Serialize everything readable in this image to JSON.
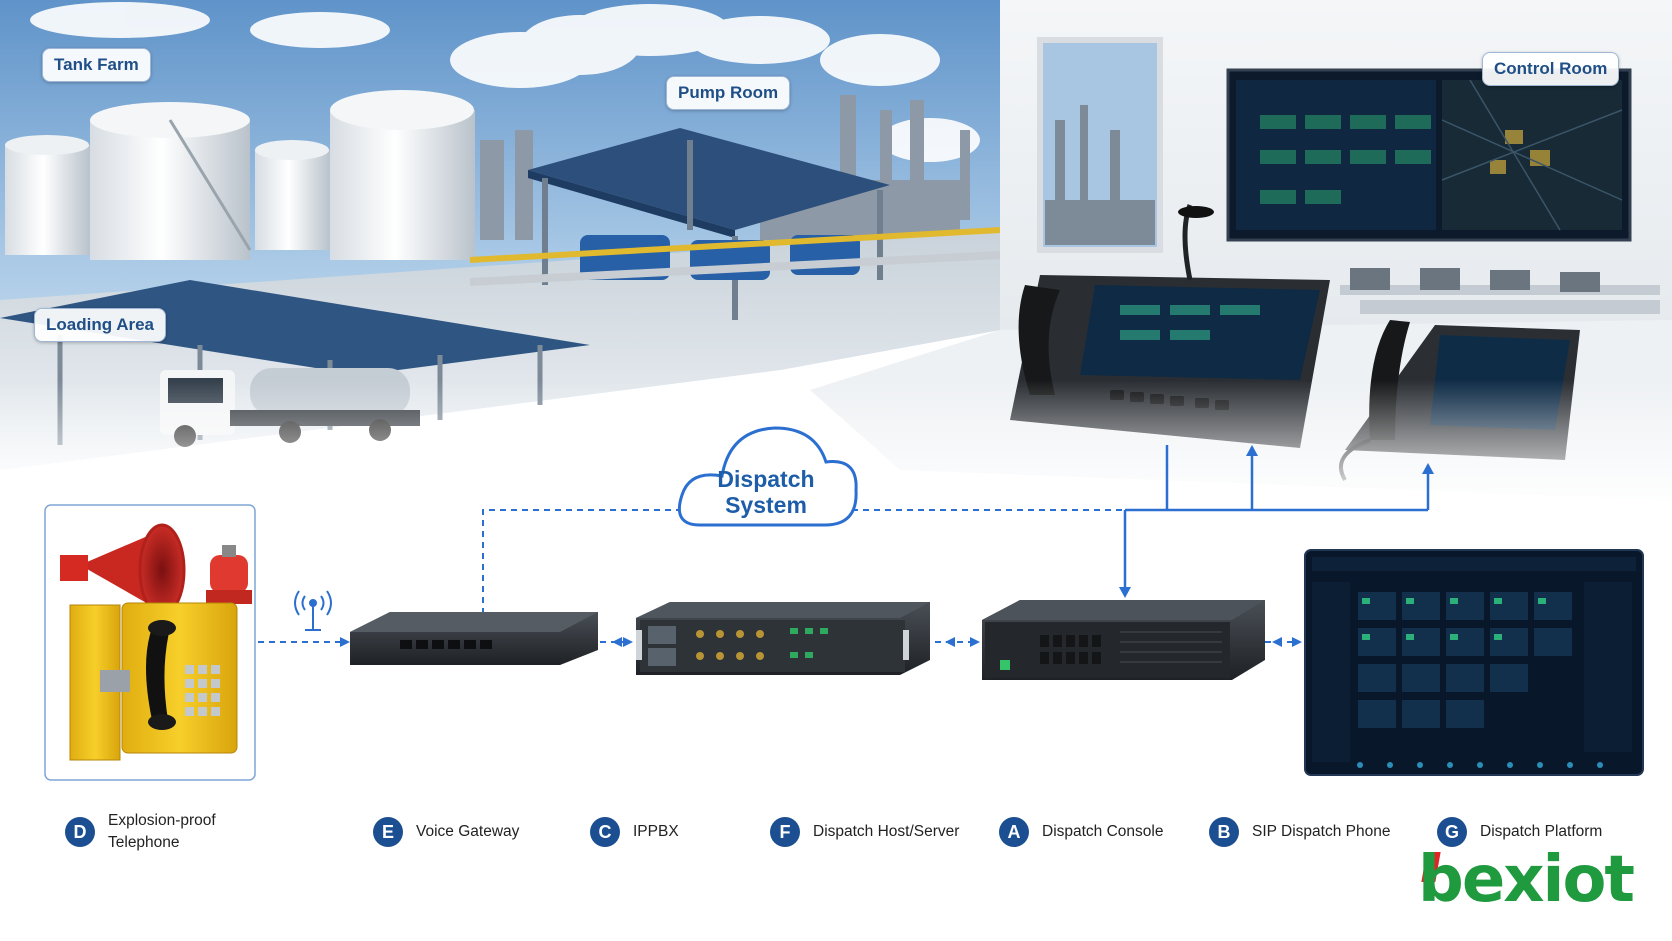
{
  "areas": {
    "tank_farm": "Tank Farm",
    "pump_room": "Pump Room",
    "loading_area": "Loading Area",
    "control_room": "Control Room"
  },
  "cloud": {
    "line1": "Dispatch",
    "line2": "System"
  },
  "legend": [
    {
      "letter": "D",
      "label_line1": "Explosion-proof",
      "label_line2": "Telephone"
    },
    {
      "letter": "E",
      "label_line1": "Voice Gateway",
      "label_line2": ""
    },
    {
      "letter": "C",
      "label_line1": "IPPBX",
      "label_line2": ""
    },
    {
      "letter": "F",
      "label_line1": "Dispatch Host/Server",
      "label_line2": ""
    },
    {
      "letter": "A",
      "label_line1": "Dispatch Console",
      "label_line2": ""
    },
    {
      "letter": "B",
      "label_line1": "SIP Dispatch Phone",
      "label_line2": ""
    },
    {
      "letter": "G",
      "label_line1": "Dispatch Platform",
      "label_line2": ""
    }
  ],
  "logo": "bexiot",
  "colors": {
    "brand_blue": "#1b4f91",
    "link_blue": "#2b6fd1",
    "logo_green": "#1f9a3e",
    "logo_red": "#e02525",
    "phone_yellow": "#f2c21a",
    "horn_red": "#d42a22"
  }
}
